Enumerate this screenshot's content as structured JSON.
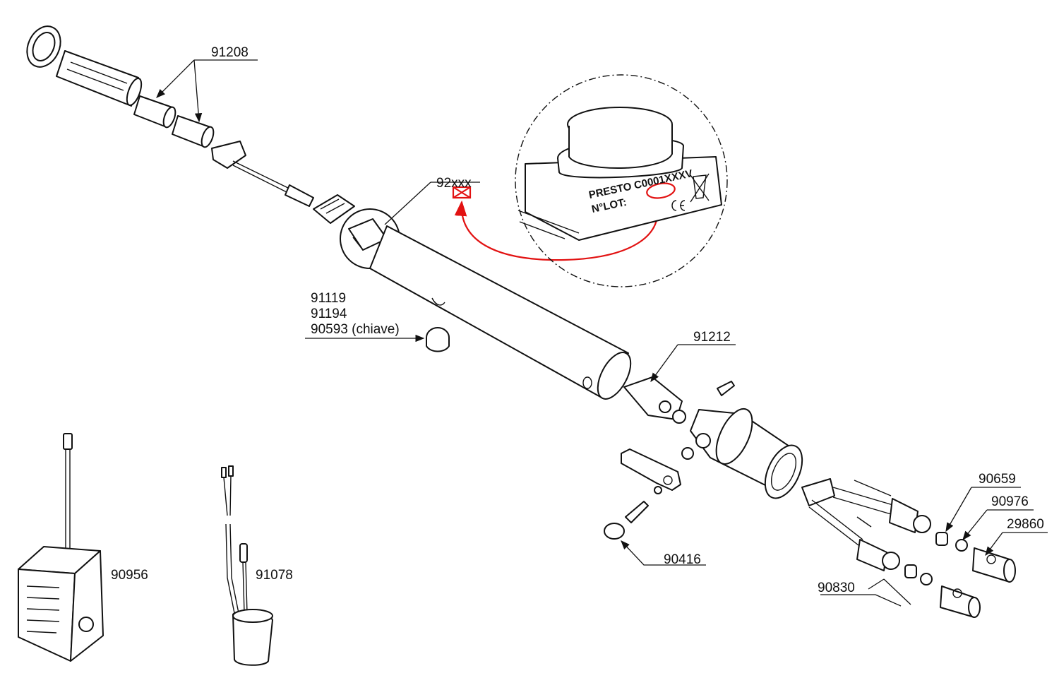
{
  "part_labels": {
    "p91208": "91208",
    "p92xxx": "92xxx",
    "p91119": "91119",
    "p91194": "91194",
    "p90593": "90593 (chiave)",
    "p91212": "91212",
    "p90659": "90659",
    "p90976": "90976",
    "p29860": "29860",
    "p90416": "90416",
    "p90830": "90830",
    "p90956": "90956",
    "p91078": "91078"
  },
  "zoom_label": {
    "line1_prefix": "PRESTO C0001",
    "line1_code": "XXX",
    "line1_suffix": "V",
    "line2": "N°LOT:"
  },
  "colors": {
    "lines": "#111111",
    "highlight": "#e21212",
    "background": "#ffffff"
  }
}
